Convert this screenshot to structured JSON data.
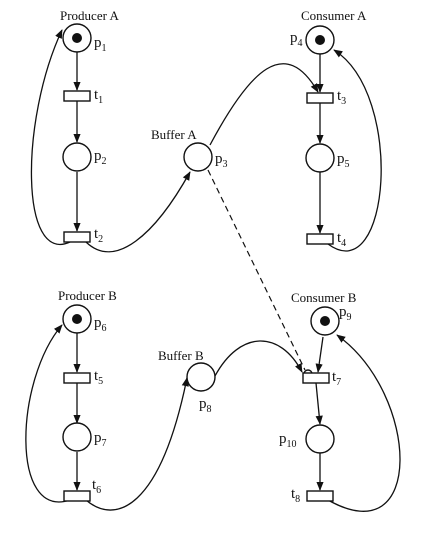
{
  "titles": {
    "producer_a": "Producer A",
    "consumer_a": "Consumer A",
    "buffer_a": "Buffer A",
    "producer_b": "Producer B",
    "consumer_b": "Consumer B",
    "buffer_b": "Buffer B"
  },
  "places": [
    {
      "id": "p1",
      "base": "p",
      "sub": "1",
      "token": true
    },
    {
      "id": "p2",
      "base": "p",
      "sub": "2",
      "token": false
    },
    {
      "id": "p3",
      "base": "p",
      "sub": "3",
      "token": false
    },
    {
      "id": "p4",
      "base": "p",
      "sub": "4",
      "token": true
    },
    {
      "id": "p5",
      "base": "p",
      "sub": "5",
      "token": false
    },
    {
      "id": "p6",
      "base": "p",
      "sub": "6",
      "token": true
    },
    {
      "id": "p7",
      "base": "p",
      "sub": "7",
      "token": false
    },
    {
      "id": "p8",
      "base": "p",
      "sub": "8",
      "token": false
    },
    {
      "id": "p9",
      "base": "p",
      "sub": "9",
      "token": true
    },
    {
      "id": "p10",
      "base": "p",
      "sub": "10",
      "token": false
    }
  ],
  "transitions": [
    {
      "id": "t1",
      "base": "t",
      "sub": "1"
    },
    {
      "id": "t2",
      "base": "t",
      "sub": "2"
    },
    {
      "id": "t3",
      "base": "t",
      "sub": "3"
    },
    {
      "id": "t4",
      "base": "t",
      "sub": "4"
    },
    {
      "id": "t5",
      "base": "t",
      "sub": "5"
    },
    {
      "id": "t6",
      "base": "t",
      "sub": "6"
    },
    {
      "id": "t7",
      "base": "t",
      "sub": "7"
    },
    {
      "id": "t8",
      "base": "t",
      "sub": "8"
    }
  ]
}
